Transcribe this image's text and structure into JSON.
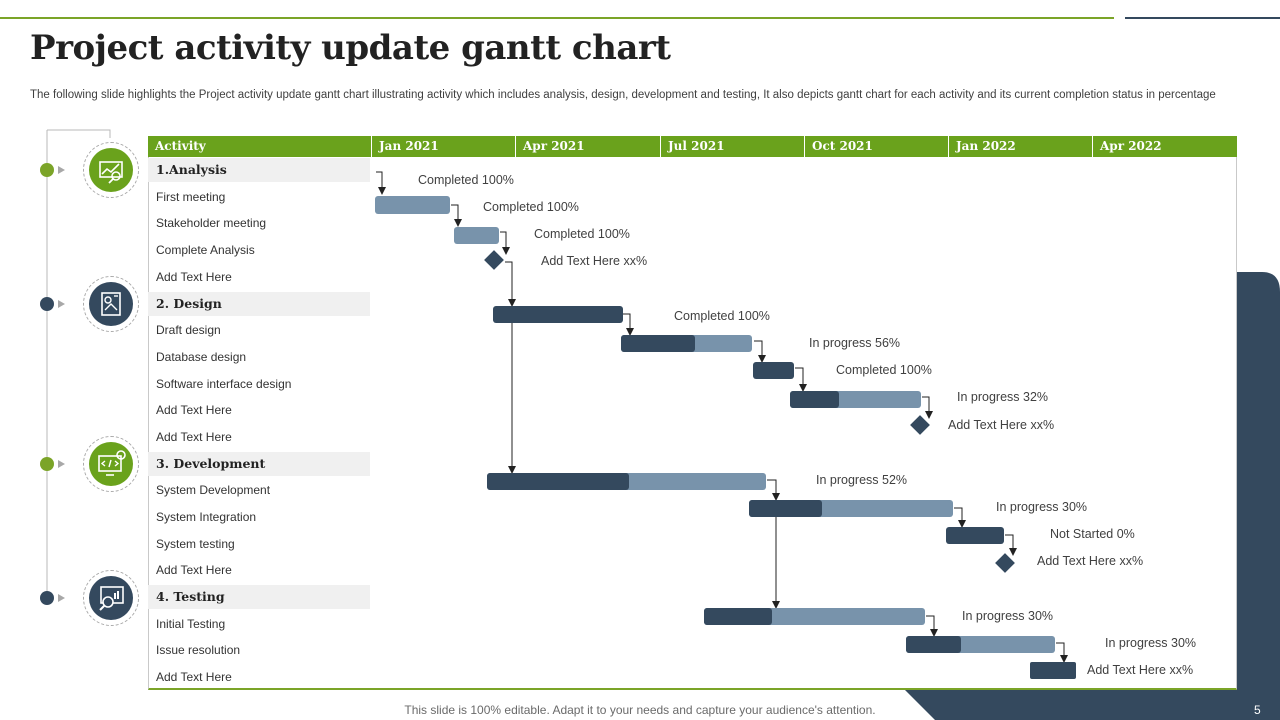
{
  "header": {
    "title": "Project activity update gantt chart",
    "subtitle": "The following slide highlights the Project activity  update gantt chart illustrating activity which includes analysis, design, development and testing, It also depicts gantt chart for  each activity  and its current completion status in percentage"
  },
  "colors": {
    "green": "#6aa21c",
    "dark": "#34495e",
    "light": "#7893ab"
  },
  "gantt": {
    "columns": [
      "Activity",
      "Jan 2021",
      "Apr 2021",
      "Jul 2021",
      "Oct 2021",
      "Jan 2022",
      "Apr 2022"
    ],
    "groups": [
      {
        "name": "1.Analysis",
        "icon": "analysis-chart-icon",
        "items": [
          "First meeting",
          "Stakeholder meeting",
          "Complete Analysis",
          "Add Text Here"
        ]
      },
      {
        "name": "2. Design",
        "icon": "design-blueprint-icon",
        "items": [
          "Draft design",
          "Database design",
          "Software interface design",
          "Add Text Here",
          "Add Text Here"
        ]
      },
      {
        "name": "3. Development",
        "icon": "development-code-icon",
        "items": [
          "System Development",
          "System Integration",
          "System testing",
          "Add Text Here"
        ]
      },
      {
        "name": "4. Testing",
        "icon": "testing-magnifier-icon",
        "items": [
          "Initial Testing",
          "Issue resolution",
          "Add Text Here"
        ]
      }
    ],
    "labels": [
      "Completed  100%",
      "Completed  100%",
      "Completed  100%",
      "Add Text Here xx%",
      "Completed  100%",
      "In progress 56%",
      "Completed  100%",
      "In progress 32%",
      "Add Text Here xx%",
      "In progress 52%",
      "In progress 30%",
      "Not Started 0%",
      "Add Text Here xx%",
      "In progress 30%",
      "In progress 30%",
      "Add Text Here xx%"
    ]
  },
  "footer": {
    "text": "This slide is 100% editable. Adapt it to your needs and capture your audience's attention.",
    "page": "5"
  }
}
